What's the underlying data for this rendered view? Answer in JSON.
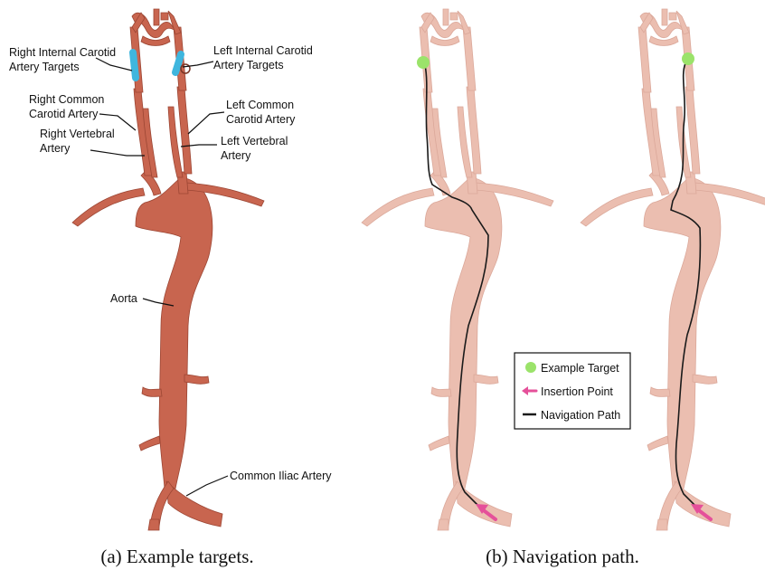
{
  "panel_a": {
    "caption": "(a) Example targets.",
    "labels": {
      "right_ica": [
        "Right Internal Carotid",
        "Artery Targets"
      ],
      "left_ica": [
        "Left Internal Carotid",
        "Artery Targets"
      ],
      "right_cca": [
        "Right Common",
        "Carotid Artery"
      ],
      "left_cca": [
        "Left Common",
        "Carotid Artery"
      ],
      "right_vert": [
        "Right Vertebral",
        "Artery"
      ],
      "left_vert": [
        "Left Vertebral",
        "Artery"
      ],
      "aorta": "Aorta",
      "iliac": "Common Iliac Artery"
    }
  },
  "panel_b": {
    "caption": "(b) Navigation path."
  },
  "legend": {
    "target": "Example Target",
    "insertion": "Insertion Point",
    "path": "Navigation Path"
  },
  "colors": {
    "vessel": "#c8654f",
    "vessel_translucent": "#e8b3a3",
    "target": "#3fb6de",
    "target_point": "#9be36a",
    "insertion_arrow": "#e5509a",
    "path": "#1a1a1a"
  }
}
